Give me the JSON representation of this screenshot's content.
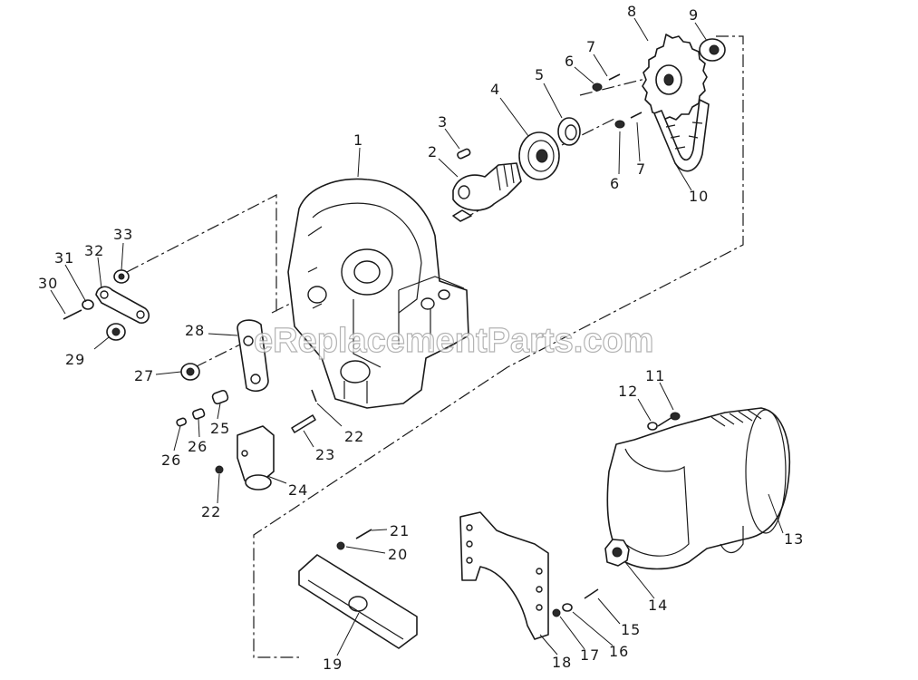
{
  "watermark": "eReplacementParts.com",
  "callouts": [
    {
      "id": "c1",
      "label": "1"
    },
    {
      "id": "c2",
      "label": "2"
    },
    {
      "id": "c3",
      "label": "3"
    },
    {
      "id": "c4",
      "label": "4"
    },
    {
      "id": "c5",
      "label": "5"
    },
    {
      "id": "c6a",
      "label": "6"
    },
    {
      "id": "c6b",
      "label": "6"
    },
    {
      "id": "c7a",
      "label": "7"
    },
    {
      "id": "c7b",
      "label": "7"
    },
    {
      "id": "c8",
      "label": "8"
    },
    {
      "id": "c9",
      "label": "9"
    },
    {
      "id": "c10",
      "label": "10"
    },
    {
      "id": "c11",
      "label": "11"
    },
    {
      "id": "c12",
      "label": "12"
    },
    {
      "id": "c13",
      "label": "13"
    },
    {
      "id": "c14",
      "label": "14"
    },
    {
      "id": "c15",
      "label": "15"
    },
    {
      "id": "c16",
      "label": "16"
    },
    {
      "id": "c17",
      "label": "17"
    },
    {
      "id": "c18",
      "label": "18"
    },
    {
      "id": "c19",
      "label": "19"
    },
    {
      "id": "c20",
      "label": "20"
    },
    {
      "id": "c21",
      "label": "21"
    },
    {
      "id": "c22a",
      "label": "22"
    },
    {
      "id": "c22b",
      "label": "22"
    },
    {
      "id": "c23",
      "label": "23"
    },
    {
      "id": "c24",
      "label": "24"
    },
    {
      "id": "c25",
      "label": "25"
    },
    {
      "id": "c26a",
      "label": "26"
    },
    {
      "id": "c26b",
      "label": "26"
    },
    {
      "id": "c27",
      "label": "27"
    },
    {
      "id": "c28",
      "label": "28"
    },
    {
      "id": "c29",
      "label": "29"
    },
    {
      "id": "c30",
      "label": "30"
    },
    {
      "id": "c31",
      "label": "31"
    },
    {
      "id": "c32",
      "label": "32"
    },
    {
      "id": "c33",
      "label": "33"
    }
  ]
}
